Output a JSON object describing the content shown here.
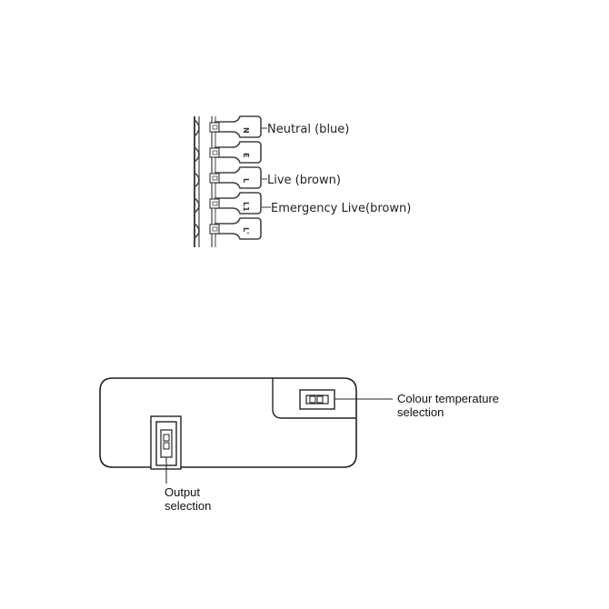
{
  "terminal_block": {
    "pins": [
      {
        "letter": "N",
        "label": "Neutral (blue)"
      },
      {
        "letter": "E",
        "label": ""
      },
      {
        "letter": "L",
        "label": "Live (brown)"
      },
      {
        "letter": "L1",
        "label": "Emergency Live(brown)"
      },
      {
        "letter": "L'",
        "label": ""
      }
    ]
  },
  "driver_housing": {
    "colour_temp_label_line1": "Colour temperature",
    "colour_temp_label_line2": "selection",
    "output_label_line1": "Output",
    "output_label_line2": "selection"
  }
}
